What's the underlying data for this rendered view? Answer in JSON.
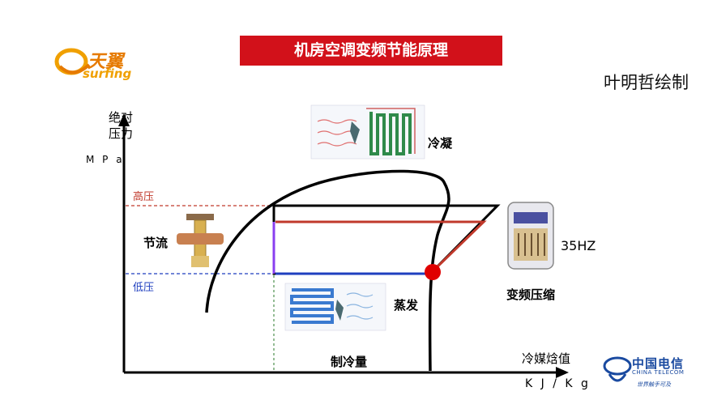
{
  "title": "机房空调变频节能原理",
  "author": "叶明哲绘制",
  "logo": {
    "brand_cn": "天翼",
    "brand_en": "surfing"
  },
  "axis": {
    "y_label_line1": "绝对",
    "y_label_line2": "压力",
    "y_unit": "M P a",
    "x_label": "冷媒焓值",
    "x_unit": "K J / K g"
  },
  "levels": {
    "high": "高压",
    "low": "低压"
  },
  "components": {
    "condense": "冷凝",
    "throttle": "节流",
    "evaporate": "蒸发",
    "compressor": "变频压缩",
    "frequency": "35HZ"
  },
  "cooling_capacity": "制冷量",
  "telecom": {
    "name_cn": "中国电信",
    "name_en": "CHINA TELECOM",
    "slogan": "世界触手可及"
  },
  "colors": {
    "banner": "#d2111a",
    "high_line": "#c0392b",
    "low_line": "#1f3fbf",
    "valve_line": "#8a3ff0",
    "red_point": "#e00000"
  }
}
